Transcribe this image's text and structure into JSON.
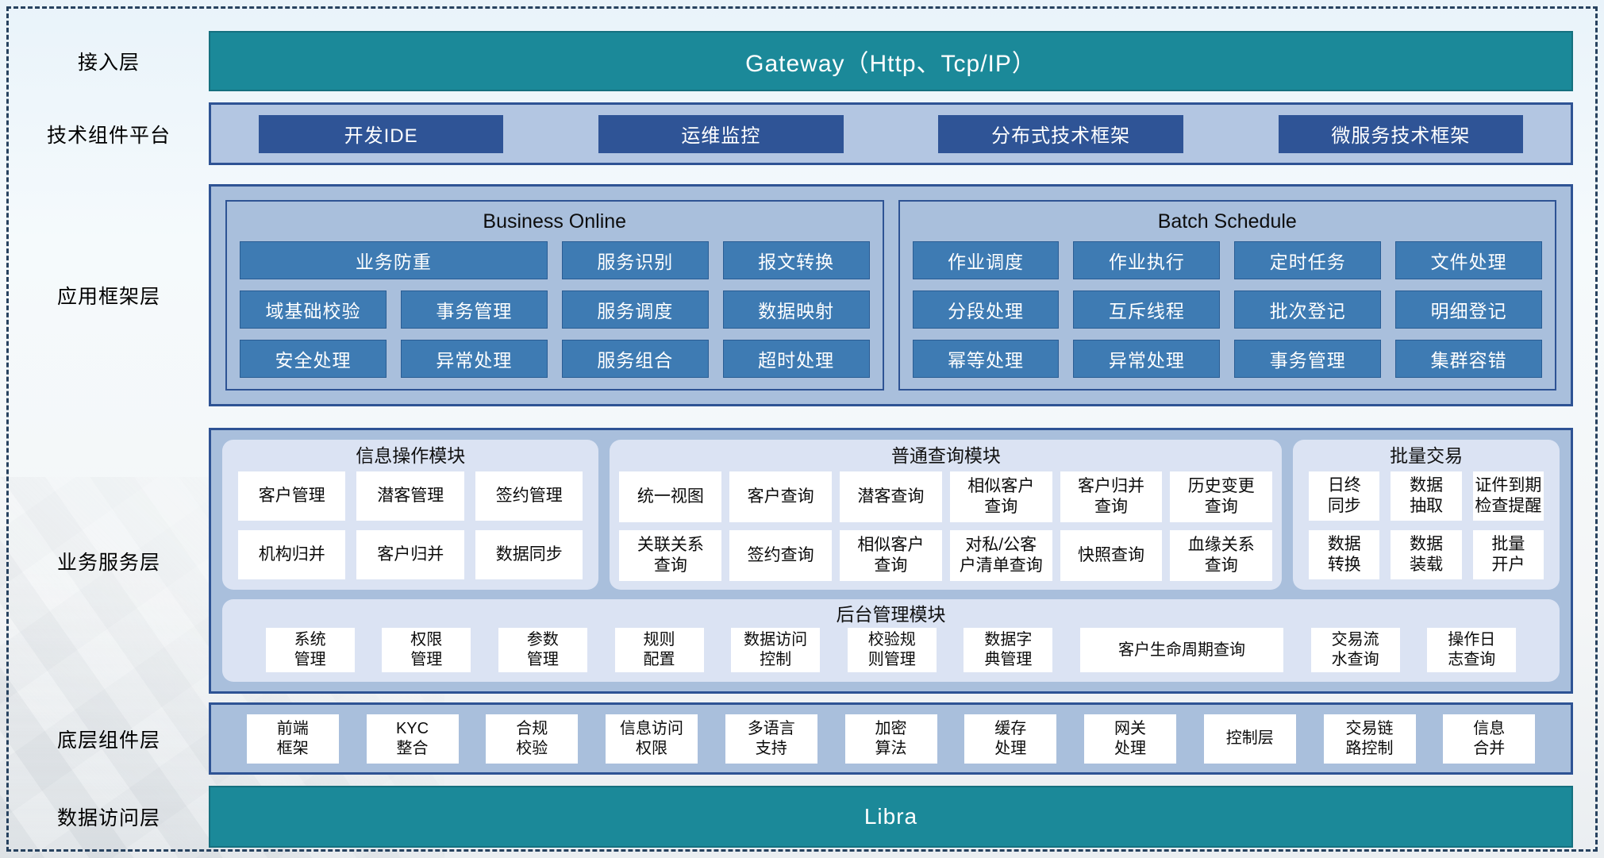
{
  "colors": {
    "teal": "#1b8999",
    "dark_blue": "#2f5496",
    "steel_blue": "#3e7bb3",
    "light_blue_panel": "#a9bfdc",
    "lavender_module": "#dbe3f3",
    "white_box": "#ffffff"
  },
  "access_layer": {
    "label": "接入层",
    "gateway": "Gateway（Http、Tcp/IP）"
  },
  "tech_platform": {
    "label": "技术组件平台",
    "items": [
      "开发IDE",
      "运维监控",
      "分布式技术框架",
      "微服务技术框架"
    ]
  },
  "app_framework": {
    "label": "应用框架层",
    "groups": [
      {
        "title": "Business Online",
        "items": [
          {
            "label": "业务防重",
            "span": 2
          },
          {
            "label": "服务识别"
          },
          {
            "label": "报文转换"
          },
          {
            "label": "域基础校验"
          },
          {
            "label": "事务管理"
          },
          {
            "label": "服务调度"
          },
          {
            "label": "数据映射"
          },
          {
            "label": "安全处理"
          },
          {
            "label": "异常处理"
          },
          {
            "label": "服务组合"
          },
          {
            "label": "超时处理"
          }
        ]
      },
      {
        "title": "Batch Schedule",
        "items": [
          {
            "label": "作业调度"
          },
          {
            "label": "作业执行"
          },
          {
            "label": "定时任务"
          },
          {
            "label": "文件处理"
          },
          {
            "label": "分段处理"
          },
          {
            "label": "互斥线程"
          },
          {
            "label": "批次登记"
          },
          {
            "label": "明细登记"
          },
          {
            "label": "幂等处理"
          },
          {
            "label": "异常处理"
          },
          {
            "label": "事务管理"
          },
          {
            "label": "集群容错"
          }
        ]
      }
    ]
  },
  "business_service": {
    "label": "业务服务层",
    "modules": [
      {
        "title": "信息操作模块",
        "cols": 3,
        "flex": 4.7,
        "items": [
          "客户管理",
          "潜客管理",
          "签约管理",
          "机构归并",
          "客户归并",
          "数据同步"
        ]
      },
      {
        "title": "普通查询模块",
        "cols": 6,
        "flex": 8.9,
        "items": [
          "统一视图",
          "客户查询",
          "潜客查询",
          "相似客户\n查询",
          "客户归并\n查询",
          "历史变更\n查询",
          "关联关系\n查询",
          "签约查询",
          "相似客户\n查询",
          "对私/公客\n户清单查询",
          "快照查询",
          "血缘关系\n查询"
        ]
      },
      {
        "title": "批量交易",
        "cols": 3,
        "flex": 3.2,
        "items": [
          "日终\n同步",
          "数据\n抽取",
          "证件到期\n检查提醒",
          "数据\n转换",
          "数据\n装载",
          "批量\n开户"
        ]
      }
    ],
    "backend": {
      "title": "后台管理模块",
      "items": [
        {
          "label": "系统\n管理"
        },
        {
          "label": "权限\n管理"
        },
        {
          "label": "参数\n管理"
        },
        {
          "label": "规则\n配置"
        },
        {
          "label": "数据访问\n控制"
        },
        {
          "label": "校验规\n则管理"
        },
        {
          "label": "数据字\n典管理"
        },
        {
          "label": "客户生命周期查询",
          "wide": true
        },
        {
          "label": "交易流\n水查询"
        },
        {
          "label": "操作日\n志查询"
        }
      ]
    }
  },
  "base_components": {
    "label": "底层组件层",
    "items": [
      "前端\n框架",
      "KYC\n整合",
      "合规\n校验",
      "信息访问\n权限",
      "多语言\n支持",
      "加密\n算法",
      "缓存\n处理",
      "网关\n处理",
      "控制层",
      "交易链\n路控制",
      "信息\n合并"
    ]
  },
  "data_access": {
    "label": "数据访问层",
    "bar": "Libra"
  }
}
